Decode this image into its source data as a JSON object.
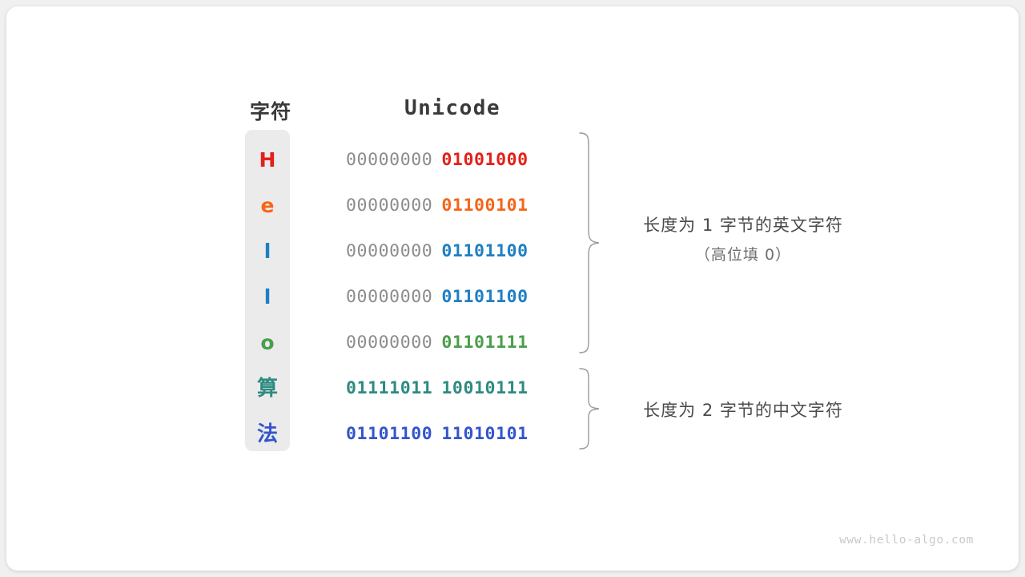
{
  "diagram": {
    "headers": {
      "character": "字符",
      "encoding": "Unicode"
    },
    "rows": [
      {
        "char": "H",
        "color": "#e32119",
        "byte_high": "00000000",
        "byte_low": "01001000",
        "high_colored": false,
        "cjk": false
      },
      {
        "char": "e",
        "color": "#f4661b",
        "byte_high": "00000000",
        "byte_low": "01100101",
        "high_colored": false,
        "cjk": false
      },
      {
        "char": "l",
        "color": "#1e7fc4",
        "byte_high": "00000000",
        "byte_low": "01101100",
        "high_colored": false,
        "cjk": false
      },
      {
        "char": "l",
        "color": "#1e7fc4",
        "byte_high": "00000000",
        "byte_low": "01101100",
        "high_colored": false,
        "cjk": false
      },
      {
        "char": "o",
        "color": "#4b9e4b",
        "byte_high": "00000000",
        "byte_low": "01101111",
        "high_colored": false,
        "cjk": false
      },
      {
        "char": "算",
        "color": "#2e8b80",
        "byte_high": "01111011",
        "byte_low": "10010111",
        "high_colored": true,
        "cjk": true
      },
      {
        "char": "法",
        "color": "#3355cc",
        "byte_high": "01101100",
        "byte_low": "11010101",
        "high_colored": true,
        "cjk": true
      }
    ],
    "annotations": [
      {
        "line1": "长度为 1 字节的英文字符",
        "line2": "（高位填 0）"
      },
      {
        "line1": "长度为 2 字节的中文字符",
        "line2": ""
      }
    ],
    "watermark": "www.hello-algo.com",
    "colors": {
      "char_column_background": "#ebebeb",
      "high_byte_gray": "#8c8c8c",
      "brace_stroke": "#9a9a9a",
      "card_background": "#ffffff",
      "page_background": "#f0f0f0"
    }
  }
}
